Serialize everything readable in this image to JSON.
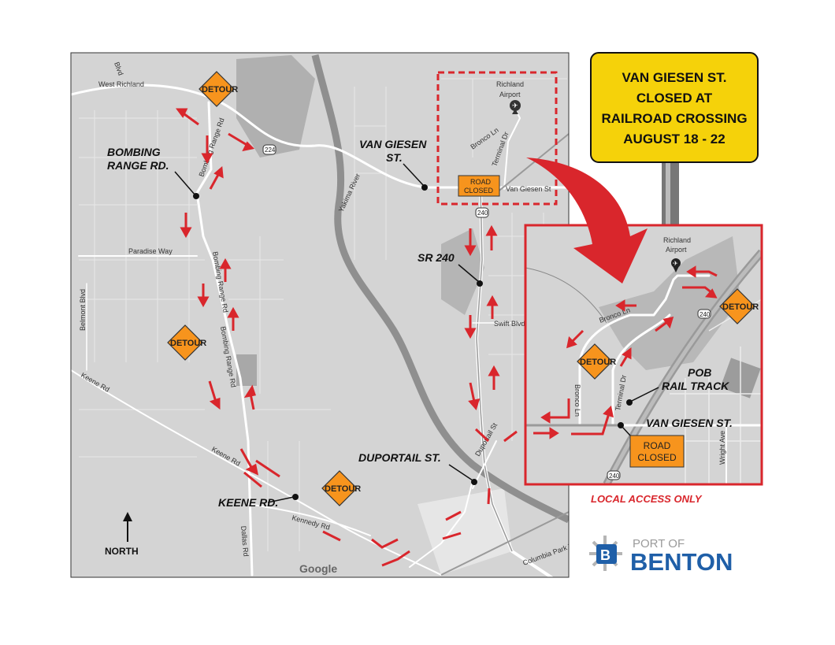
{
  "sign": {
    "lines": [
      "VAN GIESEN ST.",
      "CLOSED AT",
      "RAILROAD CROSSING",
      "AUGUST 18 - 22"
    ],
    "color": "#f5d20a"
  },
  "map": {
    "places": {
      "west_richland": "West Richland",
      "airport": "Richland Airport",
      "airport_l1": "Richland",
      "airport_l2": "Airport",
      "river": "Yakima River"
    },
    "streets": {
      "bombing_range": "Bombing Range Rd",
      "paradise": "Paradise Way",
      "belmont": "Belmont Blvd",
      "keene": "Keene Rd",
      "kennedy": "Kennedy Rd",
      "dallas": "Dallas Rd",
      "swift": "Swift Blvd",
      "duportail": "Duportail St",
      "columbia": "Columbia Park Tr",
      "van_giesen": "Van Giesen St",
      "bronco": "Bronco Ln",
      "terminal": "Terminal Dr",
      "wright": "Wright Ave",
      "blvd_top": "Blvd"
    },
    "shields": {
      "sr224": "224",
      "sr240": "240"
    },
    "callouts": {
      "bombing_l1": "BOMBING",
      "bombing_l2": "RANGE RD.",
      "vangiesen_l1": "VAN GIESEN",
      "vangiesen_l2": "ST.",
      "sr240": "SR 240",
      "duportail": "DUPORTAIL ST.",
      "keene": "KEENE RD."
    },
    "detour_label": "DETOUR",
    "road_closed_l1": "ROAD",
    "road_closed_l2": "CLOSED",
    "north": "NORTH",
    "attribution": "Google",
    "colors": {
      "detour": "#f7941d",
      "arrow": "#d9262c",
      "map_bg": "#d4d4d4"
    }
  },
  "inset": {
    "airport_l1": "Richland",
    "airport_l2": "Airport",
    "bronco": "Bronco Ln",
    "terminal": "Terminal Dr",
    "wright": "Wright Ave",
    "rail_l1": "POB",
    "rail_l2": "RAIL TRACK",
    "van_giesen": "VAN GIESEN ST.",
    "shield": "240",
    "detour_label": "DETOUR",
    "road_closed_l1": "ROAD",
    "road_closed_l2": "CLOSED",
    "note": "LOCAL ACCESS ONLY"
  },
  "logo": {
    "line1": "PORT OF",
    "line2": "BENTON",
    "color": "#1f5fa8"
  }
}
